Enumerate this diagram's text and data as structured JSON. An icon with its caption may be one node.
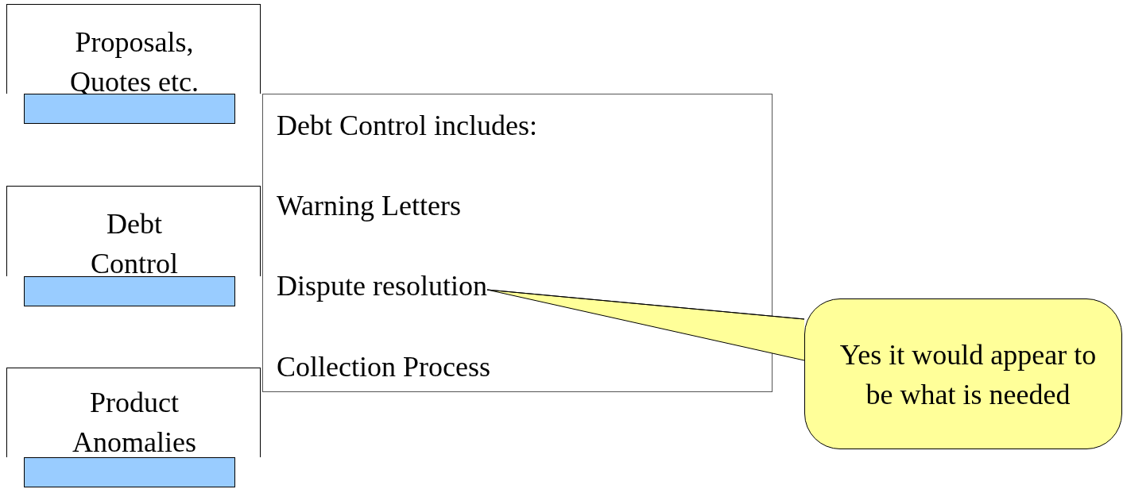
{
  "diagram": {
    "nodes": [
      {
        "text": [
          "Proposals, Quotes etc."
        ]
      },
      {
        "text": [],
        "shape": "bar"
      },
      {
        "text": [
          "Debt Control"
        ]
      },
      {
        "text": [],
        "shape": "bar"
      },
      {
        "text": [
          "Product Anomalies"
        ]
      },
      {
        "text": [],
        "shape": "bar"
      },
      {
        "text": [
          "Debt Control includes:",
          "Warning Letters",
          "Collection Process"
        ]
      },
      {
        "text": [
          "Dispute resolution"
        ],
        "in": 6
      },
      {
        "text": [
          "Yes it would appear to be what is needed"
        ]
      }
    ],
    "edges": [
      {
        "from": 8,
        "to": 7,
        "arrow": "none"
      }
    ]
  }
}
